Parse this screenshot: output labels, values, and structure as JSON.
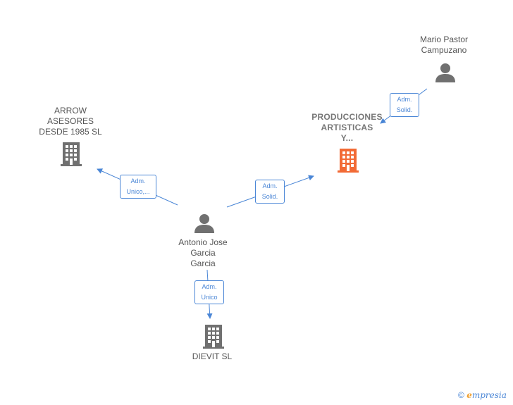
{
  "nodes": {
    "mario": {
      "lines": [
        "Mario Pastor",
        "Campuzano"
      ],
      "icon": "person-icon"
    },
    "producciones": {
      "lines": [
        "PRODUCCIONES",
        "ARTISTICAS",
        "Y..."
      ],
      "icon": "building-icon"
    },
    "arrow": {
      "lines": [
        "ARROW",
        "ASESORES",
        "DESDE 1985  SL"
      ],
      "icon": "building-icon"
    },
    "antonio": {
      "lines": [
        "Antonio Jose",
        "Garcia",
        "Garcia"
      ],
      "icon": "person-icon"
    },
    "dievit": {
      "lines": [
        "DIEVIT  SL"
      ],
      "icon": "building-icon"
    }
  },
  "edges": {
    "mario_producciones": [
      "Adm.",
      "Solid."
    ],
    "antonio_arrow": [
      "Adm.",
      "Unico,..."
    ],
    "antonio_producciones": [
      "Adm.",
      "Solid."
    ],
    "antonio_dievit": [
      "Adm.",
      "Unico"
    ]
  },
  "footer": {
    "copyright": "©",
    "brand_e": "e",
    "brand_rest": "mpresia"
  },
  "colors": {
    "accent": "#4a86d6",
    "main_building": "#f26a35",
    "building": "#707070",
    "person": "#707070"
  }
}
